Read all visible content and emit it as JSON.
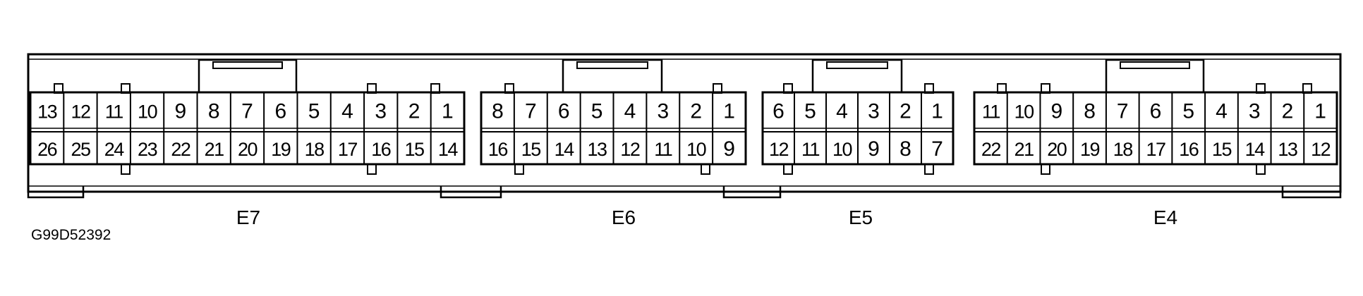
{
  "figure_id": "G99D52392",
  "connectors": [
    {
      "name": "E7",
      "top_row": [
        "13",
        "12",
        "11",
        "10",
        "9",
        "8",
        "7",
        "6",
        "5",
        "4",
        "3",
        "2",
        "1"
      ],
      "bottom_row": [
        "26",
        "25",
        "24",
        "23",
        "22",
        "21",
        "20",
        "19",
        "18",
        "17",
        "16",
        "15",
        "14"
      ]
    },
    {
      "name": "E6",
      "top_row": [
        "8",
        "7",
        "6",
        "5",
        "4",
        "3",
        "2",
        "1"
      ],
      "bottom_row": [
        "16",
        "15",
        "14",
        "13",
        "12",
        "11",
        "10",
        "9"
      ]
    },
    {
      "name": "E5",
      "top_row": [
        "6",
        "5",
        "4",
        "3",
        "2",
        "1"
      ],
      "bottom_row": [
        "12",
        "11",
        "10",
        "9",
        "8",
        "7"
      ]
    },
    {
      "name": "E4",
      "top_row": [
        "11",
        "10",
        "9",
        "8",
        "7",
        "6",
        "5",
        "4",
        "3",
        "2",
        "1"
      ],
      "bottom_row": [
        "22",
        "21",
        "20",
        "19",
        "18",
        "17",
        "16",
        "15",
        "14",
        "13",
        "12"
      ]
    }
  ]
}
